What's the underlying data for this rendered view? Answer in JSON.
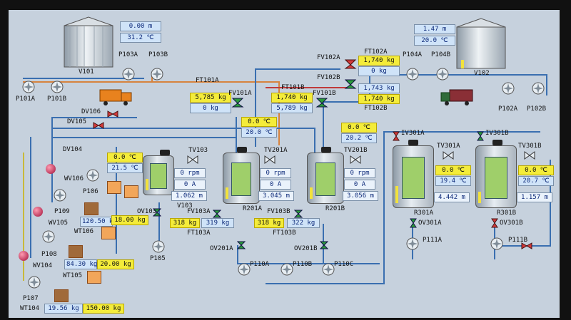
{
  "silos": {
    "v101": {
      "name": "V101",
      "level": "0.00 m",
      "temp": "31.2 ℃"
    },
    "v102": {
      "name": "V102",
      "level": "1.47 m",
      "temp": "20.0 ℃"
    }
  },
  "pumps": {
    "p101a": "P101A",
    "p101b": "P101B",
    "p103a": "P103A",
    "p103b": "P103B",
    "p104a": "P104A",
    "p104b": "P104B",
    "p102a": "P102A",
    "p102b": "P102B",
    "p105": "P105",
    "p106": "P106",
    "p107": "P107",
    "p108": "P108",
    "p109": "P109",
    "p110a": "P110A",
    "p110b": "P110B",
    "p110c": "P110C",
    "p111a": "P111A",
    "p111b": "P111B"
  },
  "flow": {
    "ft101a": {
      "name": "FT101A",
      "setpoint": "5,785 kg",
      "actual": "0 kg"
    },
    "ft101b": {
      "name": "FT101B",
      "setpoint": "1,740 kg",
      "actual": "5,789 kg"
    },
    "ft102a": {
      "name": "FT102A",
      "setpoint": "1,740 kg",
      "actual": "0 kg"
    },
    "ft102b": {
      "name": "FT102B",
      "setpoint": "1,743 kg",
      "actual": "1,740 kg"
    },
    "ft103a": {
      "name": "FT103A",
      "setpoint": "318 kg",
      "actual": "319 kg"
    },
    "ft103b": {
      "name": "FT103B",
      "setpoint": "318 kg",
      "actual": "322 kg"
    }
  },
  "valves": {
    "fv101a": "FV101A",
    "fv101b": "FV101B",
    "fv102a": "FV102A",
    "fv102b": "FV102B",
    "fv103a": "FV103A",
    "fv103b": "FV103B",
    "dv106": "DV106",
    "dv105": "DV105",
    "dv104": "DV104",
    "wv106": "WV106",
    "wv105": "WV105",
    "wv104": "WV104",
    "ov103": "OV103",
    "ov201a": "OV201A",
    "ov201b": "OV201B",
    "ov301a": "OV301A",
    "ov301b": "OV301B",
    "iv301a": "IV301A",
    "iv301b": "IV301B",
    "tv103": "TV103",
    "tv201a": "TV201A",
    "tv201b": "TV201B",
    "tv301a": "TV301A",
    "tv301b": "TV301B"
  },
  "tanks": {
    "v103": {
      "name": "V103",
      "temp_set": "0.0 ℃",
      "temp": "21.5 ℃",
      "rpm": "0 rpm",
      "amps": "0 A",
      "level": "1.062 m"
    },
    "r201a": {
      "name": "R201A",
      "temp_set": "0.0 ℃",
      "temp": "20.0 ℃",
      "rpm": "0 rpm",
      "amps": "0 A",
      "level": "3.045 m"
    },
    "r201b": {
      "name": "R201B",
      "temp_set": "0.0 ℃",
      "temp": "20.2 ℃",
      "rpm": "0 rpm",
      "amps": "0 A",
      "level": "3.056 m"
    },
    "r301a": {
      "name": "R301A",
      "temp_set": "0.0 ℃",
      "temp": "19.4 ℃",
      "level": "4.442 m"
    },
    "r301b": {
      "name": "R301B",
      "temp_set": "0.0 ℃",
      "temp": "20.7 ℃",
      "level": "1.157 m"
    }
  },
  "weights": {
    "wt106": {
      "name": "WT106",
      "actual": "120.50 kg",
      "setpoint": "18.00 kg"
    },
    "wt105": {
      "name": "WT105",
      "actual": "84.30 kg",
      "setpoint": "20.00 kg"
    },
    "wt104": {
      "name": "WT104",
      "actual": "19.56 kg",
      "setpoint": "150.00 kg"
    }
  }
}
